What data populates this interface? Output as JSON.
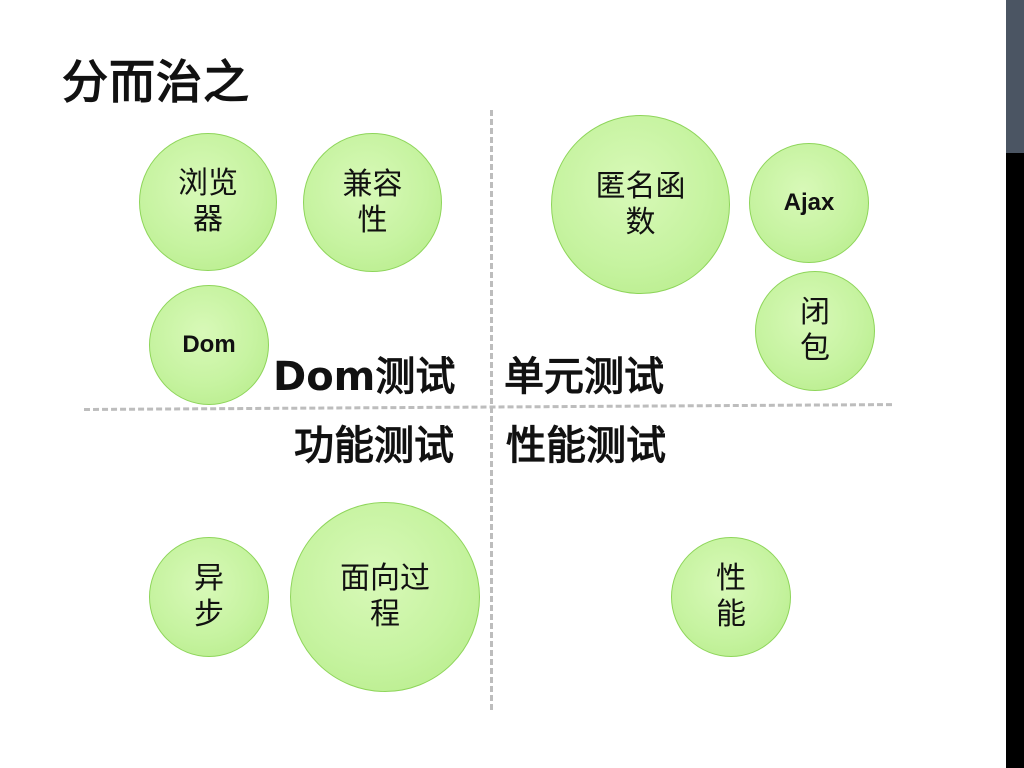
{
  "title": "分而治之",
  "quadrants": {
    "top_left": "Dom测试",
    "top_right": "单元测试",
    "bottom_left": "功能测试",
    "bottom_right": "性能测试"
  },
  "bubbles": {
    "browser": "浏览\n器",
    "compatibility": "兼容\n性",
    "dom": "Dom",
    "anonymous_function": "匿名函\n数",
    "ajax": "Ajax",
    "closure": "闭\n包",
    "async": "异\n步",
    "procedural": "面向过\n程",
    "performance": "性\n能"
  },
  "colors": {
    "bubble_fill": "#c6f3a0",
    "bubble_border": "#8ed55a",
    "divider": "#bdbdbd"
  }
}
